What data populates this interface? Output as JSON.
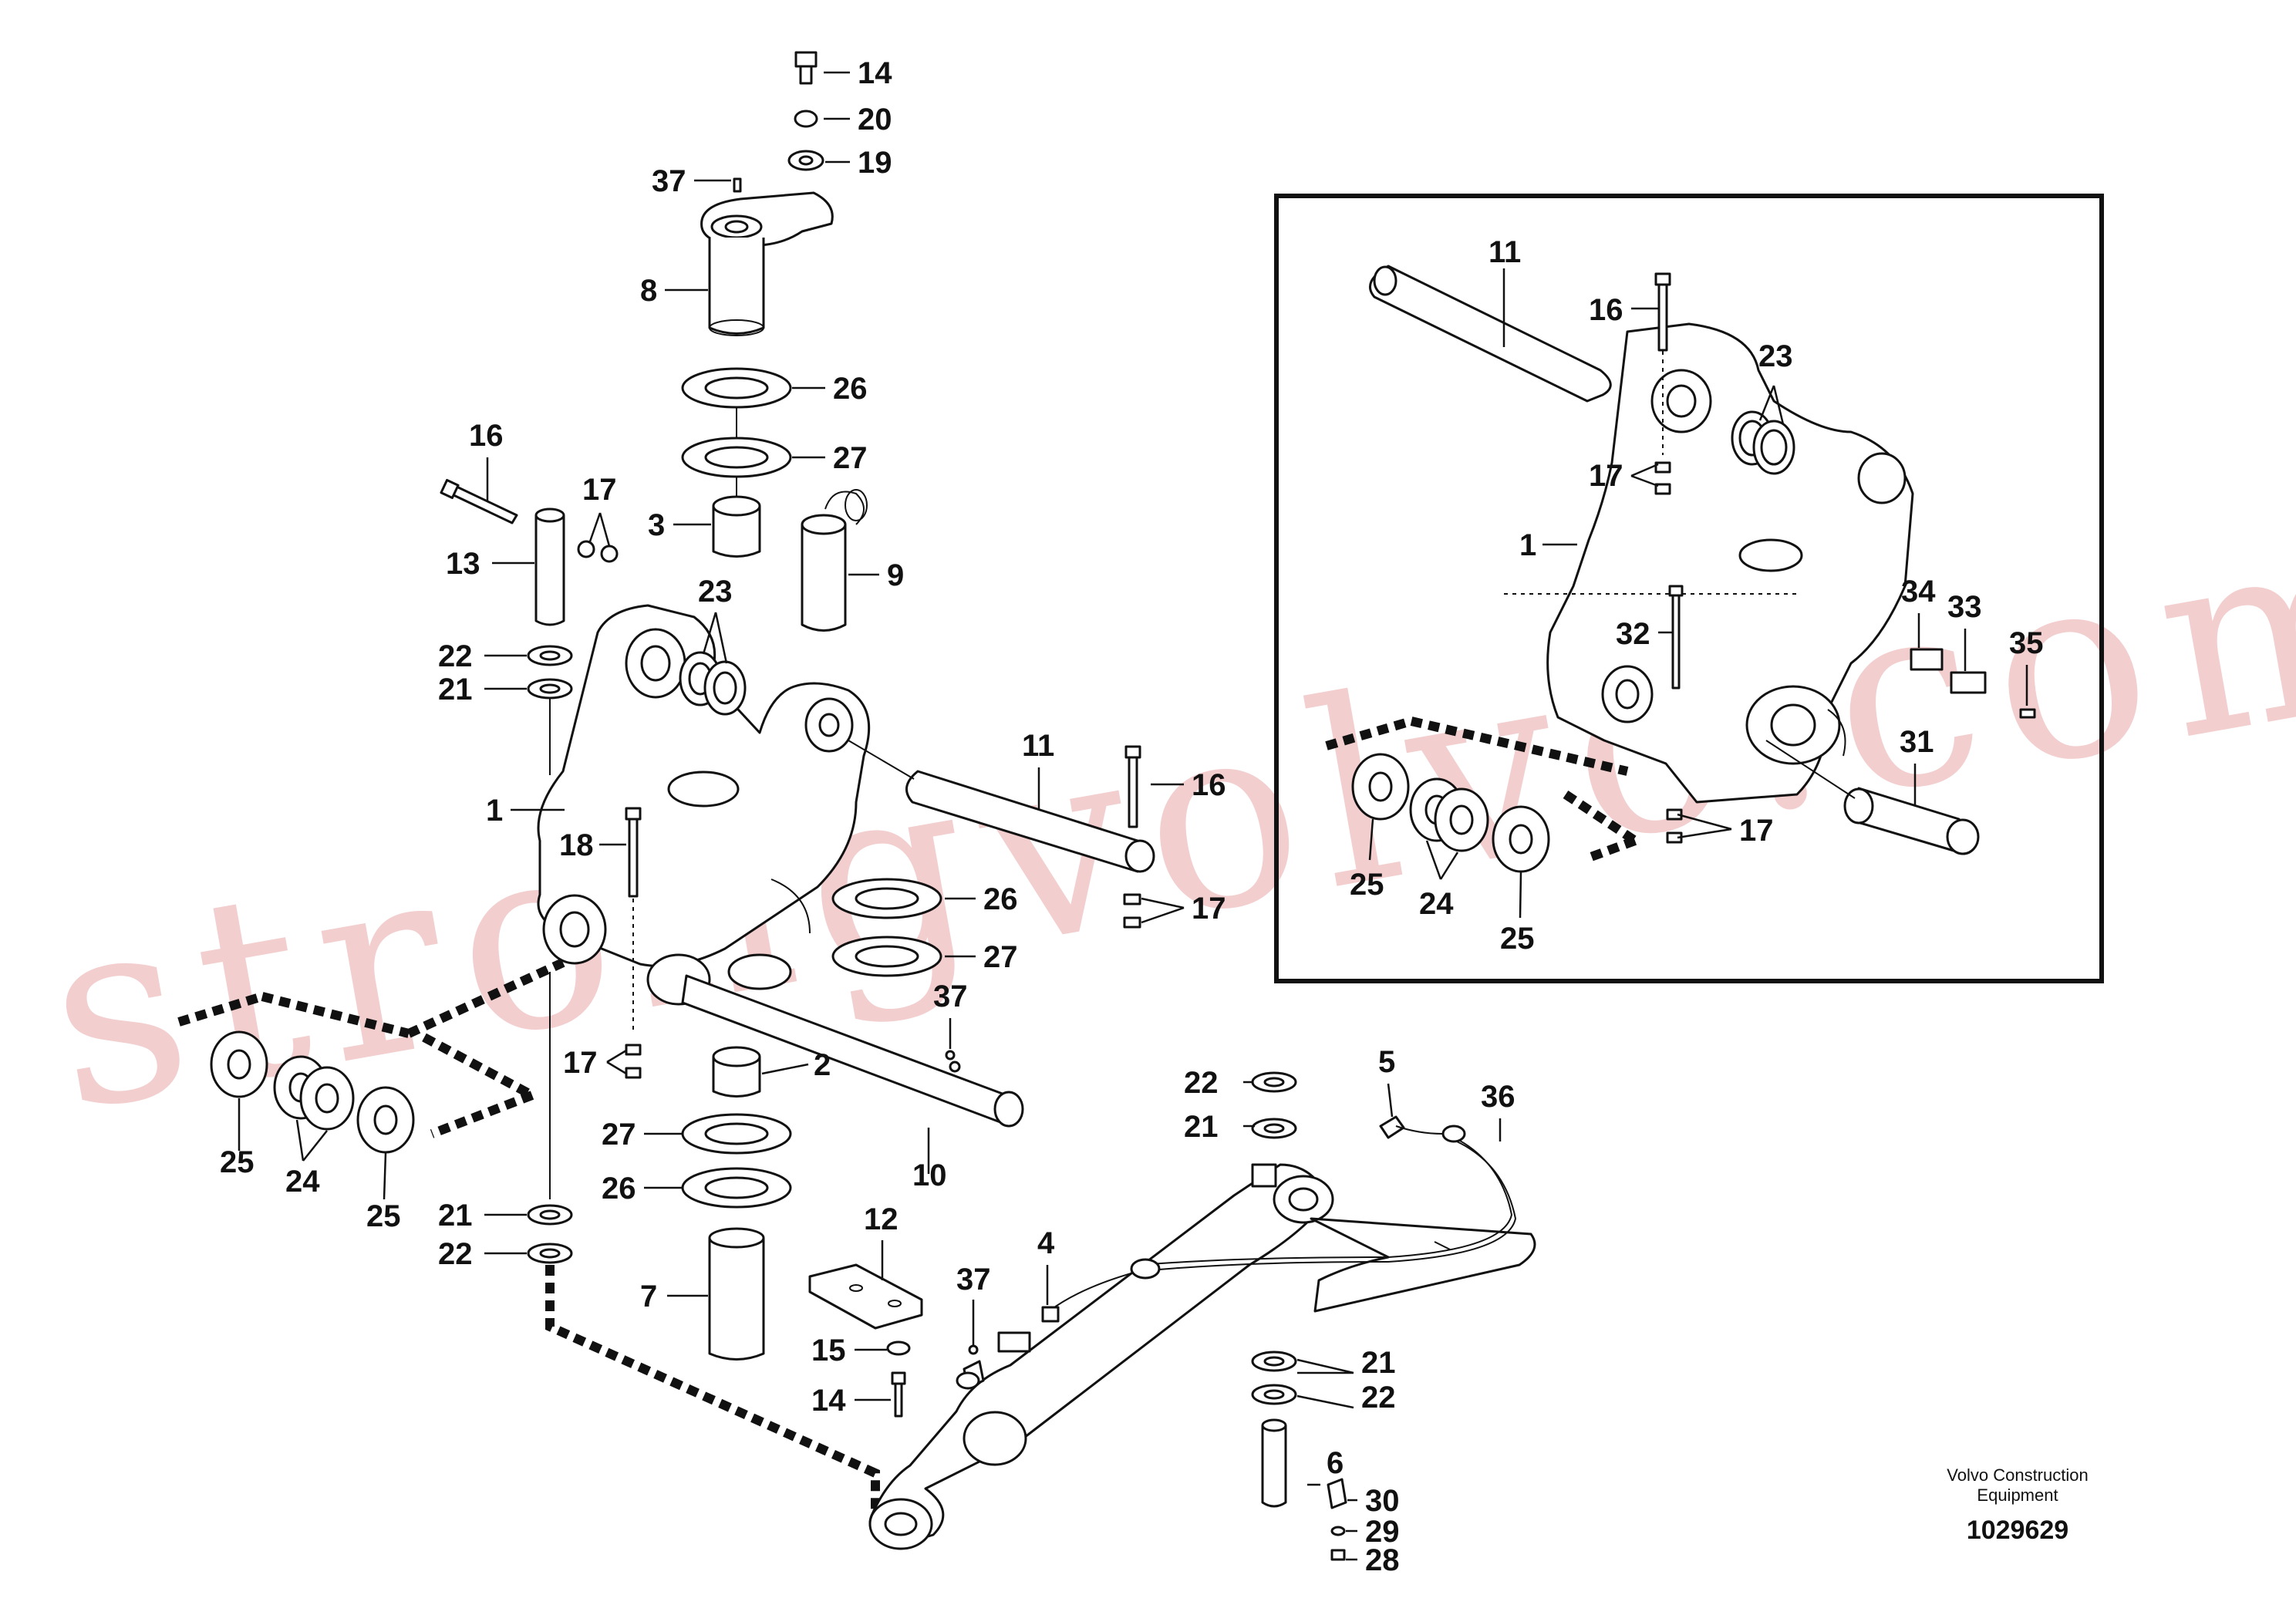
{
  "watermark": "strongvolvo.com",
  "footer": {
    "publisher_line1": "Volvo Construction",
    "publisher_line2": "Equipment",
    "drawing_number": "1029629"
  },
  "main_callouts": {
    "c14a": "14",
    "c20": "20",
    "c19": "19",
    "c37a": "37",
    "c8": "8",
    "c26a": "26",
    "c27a": "27",
    "c3": "3",
    "c9": "9",
    "c16a": "16",
    "c17a": "17",
    "c13": "13",
    "c23": "23",
    "c22a": "22",
    "c21a": "21",
    "c1": "1",
    "c11": "11",
    "c16b": "16",
    "c18": "18",
    "c26b": "26",
    "c27b": "27",
    "c17b": "17",
    "c37b": "37",
    "c17c": "17",
    "c2": "2",
    "c22b": "22",
    "c5": "5",
    "c36": "36",
    "c21b": "21",
    "c27c": "27",
    "c26c": "26",
    "c10": "10",
    "c25a": "25",
    "c24": "24",
    "c25b": "25",
    "c21c": "21",
    "c22c": "22",
    "c12": "12",
    "c7": "7",
    "c37c": "37",
    "c4": "4",
    "c15": "15",
    "c14b": "14",
    "c21d": "21",
    "c22d": "22",
    "c6": "6",
    "c30": "30",
    "c29": "29",
    "c28": "28"
  },
  "inset_callouts": {
    "i11": "11",
    "i16": "16",
    "i23": "23",
    "i17a": "17",
    "i1": "1",
    "i34": "34",
    "i33": "33",
    "i35": "35",
    "i32": "32",
    "i31": "31",
    "i17b": "17",
    "i25a": "25",
    "i24": "24",
    "i25b": "25"
  }
}
